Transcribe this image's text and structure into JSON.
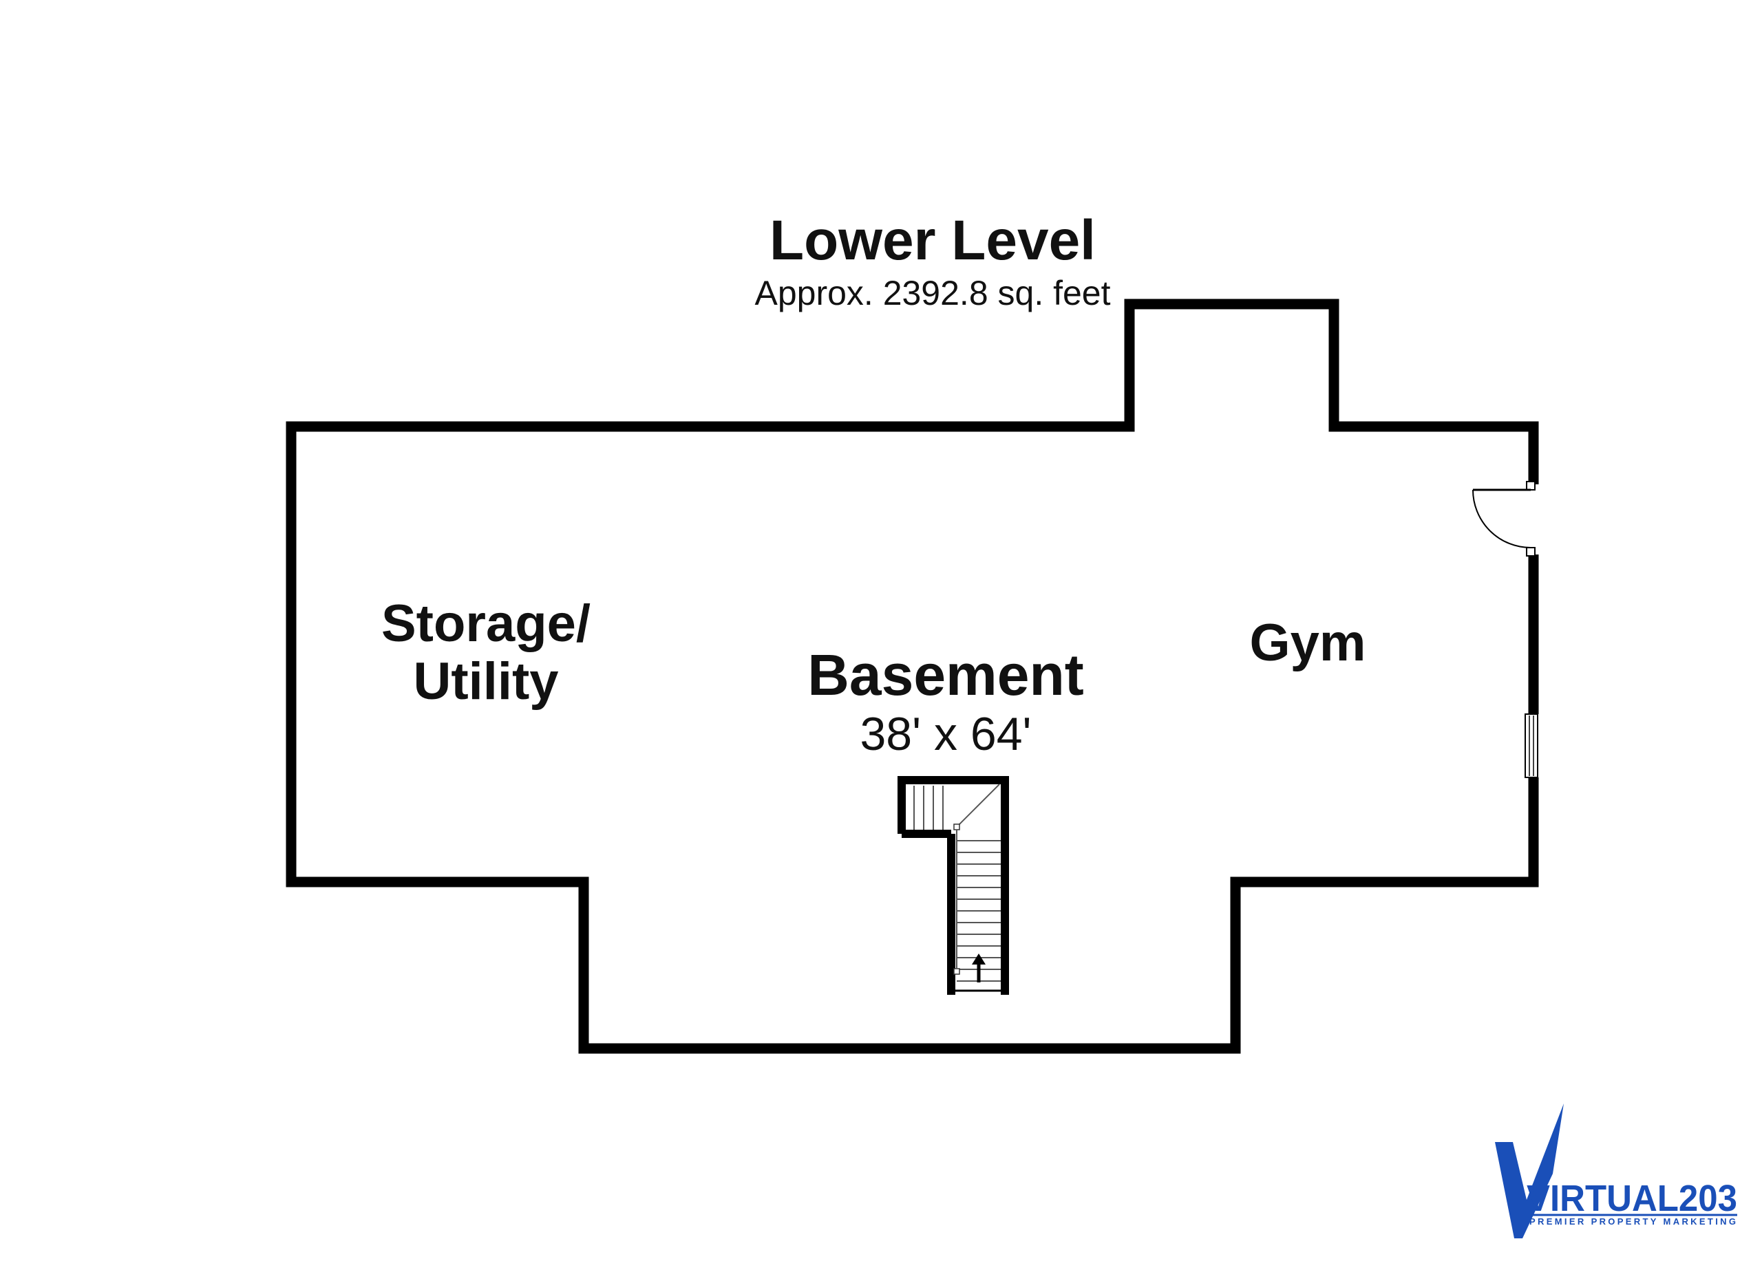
{
  "floor": {
    "title": "Lower Level",
    "area": "Approx. 2392.8 sq. feet"
  },
  "rooms": {
    "storage_line1": "Storage/",
    "storage_line2": "Utility",
    "basement_name": "Basement",
    "basement_dims": "38' x 64'",
    "gym": "Gym"
  },
  "logo": {
    "brand": "VIRTUAL203",
    "tagline": "PREMIER PROPERTY MARKETING"
  },
  "colors": {
    "wall": "#000000",
    "logo_blue": "#1a4fb8"
  }
}
